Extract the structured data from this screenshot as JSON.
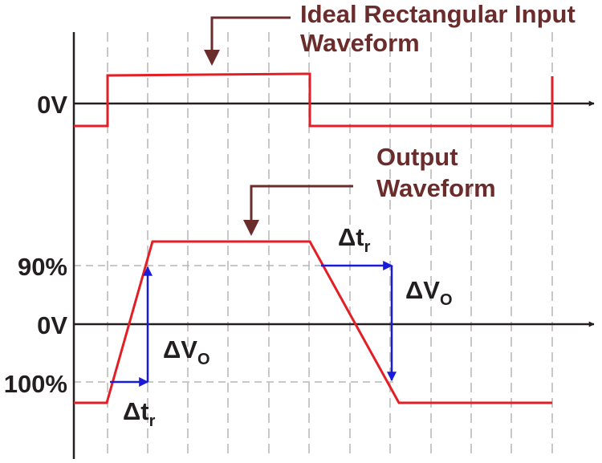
{
  "labels": {
    "input_title_line1": "Ideal Rectangular Input",
    "input_title_line2": "Waveform",
    "output_title_line1": "Output",
    "output_title_line2": "Waveform",
    "input_zero": "0V",
    "output_zero": "0V",
    "ninety": "90%",
    "hundred": "100%",
    "delta": "Δ",
    "t": "t",
    "r": "r",
    "v": "V",
    "o": "O"
  },
  "colors": {
    "waveform": "#e31e24",
    "callout": "#6b2c2c",
    "measure": "#1a1adb",
    "grid": "#b5b5b5",
    "axis": "#231f20"
  }
}
